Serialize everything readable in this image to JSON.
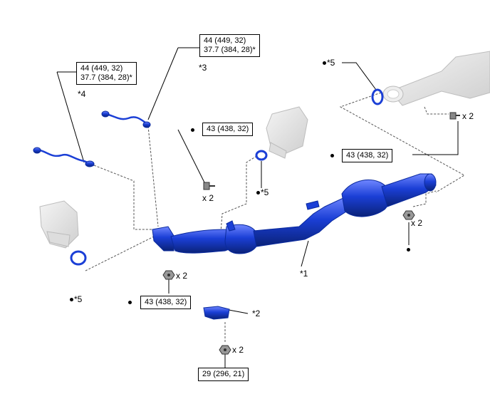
{
  "torque_specs": {
    "box_3_line1": "44 (449, 32)",
    "box_3_line2": "37.7 (384, 28)*",
    "box_4_line1": "44 (449, 32)",
    "box_4_line2": "37.7 (384, 28)*",
    "box_a": "43 (438, 32)",
    "box_b": "43 (438, 32)",
    "box_c": "43 (438, 32)",
    "box_d": "29 (296, 21)"
  },
  "callouts": {
    "ref_1": "*1",
    "ref_2": "*2",
    "ref_3": "*3",
    "ref_4": "*4",
    "ref_5_top": "*5",
    "ref_5_mid": "*5",
    "ref_5_left": "*5"
  },
  "quantities": {
    "bolt_mid": "x 2",
    "bolt_right": "x 2",
    "nut_right": "x 2",
    "nut_bottom": "x 2",
    "nut_lower": "x 2"
  },
  "colors": {
    "part_blue": "#1b3fd6",
    "part_blue_dark": "#0a2a9e",
    "ghost_gray": "#e2e2e2"
  }
}
